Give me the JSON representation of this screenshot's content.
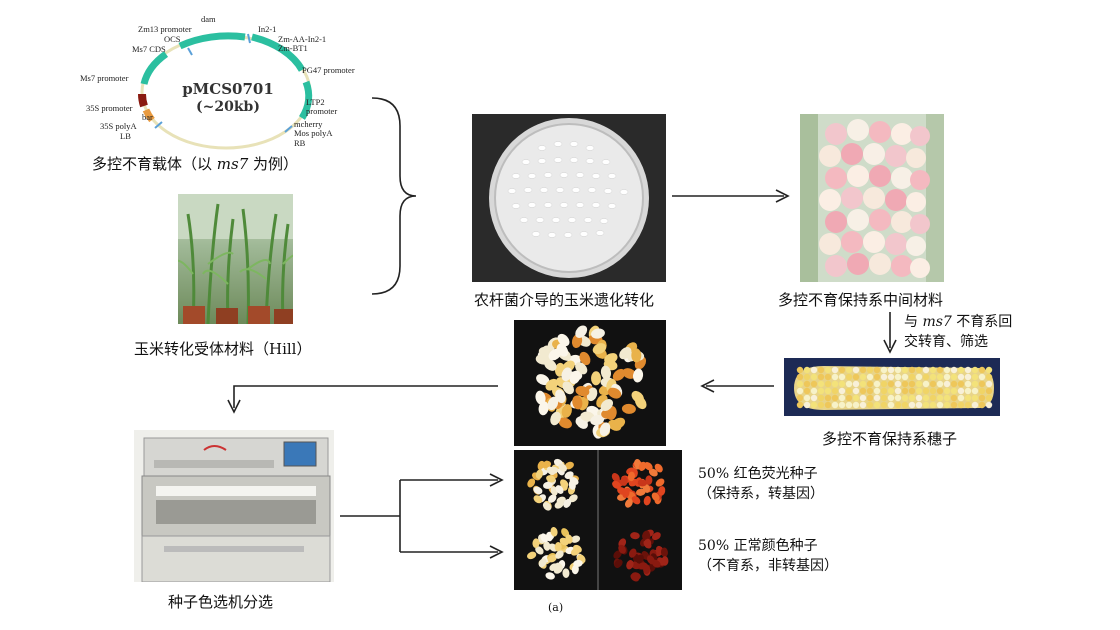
{
  "plasmid": {
    "name": "pMCS0701",
    "size": "(~20kb)",
    "labels": {
      "dam": "dam",
      "zm13": "Zm13 promoter",
      "ocs": "OCS",
      "ms7cds": "Ms7 CDS",
      "in21": "In2-1",
      "zmaa": "Zm-AA-In2-1",
      "zmbt1": "Zm-BT1",
      "pg47": "PG47 promoter",
      "ms7prom": "Ms7 promoter",
      "s35prom": "35S promoter",
      "bar": "bar",
      "s35polya": "35S polyA",
      "lb": "LB",
      "ltp2": "LTP2",
      "ltp2b": "promoter",
      "mcherry": "mcherry",
      "mospolya": "Mos polyA",
      "rb": "RB"
    },
    "caption_pre": "多控不育载体（以 ",
    "caption_italic": "ms7",
    "caption_post": " 为例）"
  },
  "captions": {
    "receptor": "玉米转化受体材料（Hill）",
    "agro": "农杆菌介导的玉米遗化转化",
    "intermediate": "多控不育保持系中间材料",
    "ear": "多控不育保持系穗子",
    "sorter": "种子色选机分选",
    "figure_label": "(a)"
  },
  "backcross": {
    "pre": "与 ",
    "italic": "ms7",
    "post": " 不育系回",
    "line2": "交转育、筛选"
  },
  "results": {
    "red_line1": "50% 红色荧光种子",
    "red_line2": "（保持系，转基因）",
    "normal_line1": "50% 正常颜色种子",
    "normal_line2": "（不育系，非转基因）"
  },
  "colors": {
    "plasmid_teal": "#2bbfa0",
    "arrow": "#222222",
    "seed_red": "#e0451f",
    "seed_dark_red": "#8a1a10",
    "photo_dark": "#2a2a2a"
  }
}
